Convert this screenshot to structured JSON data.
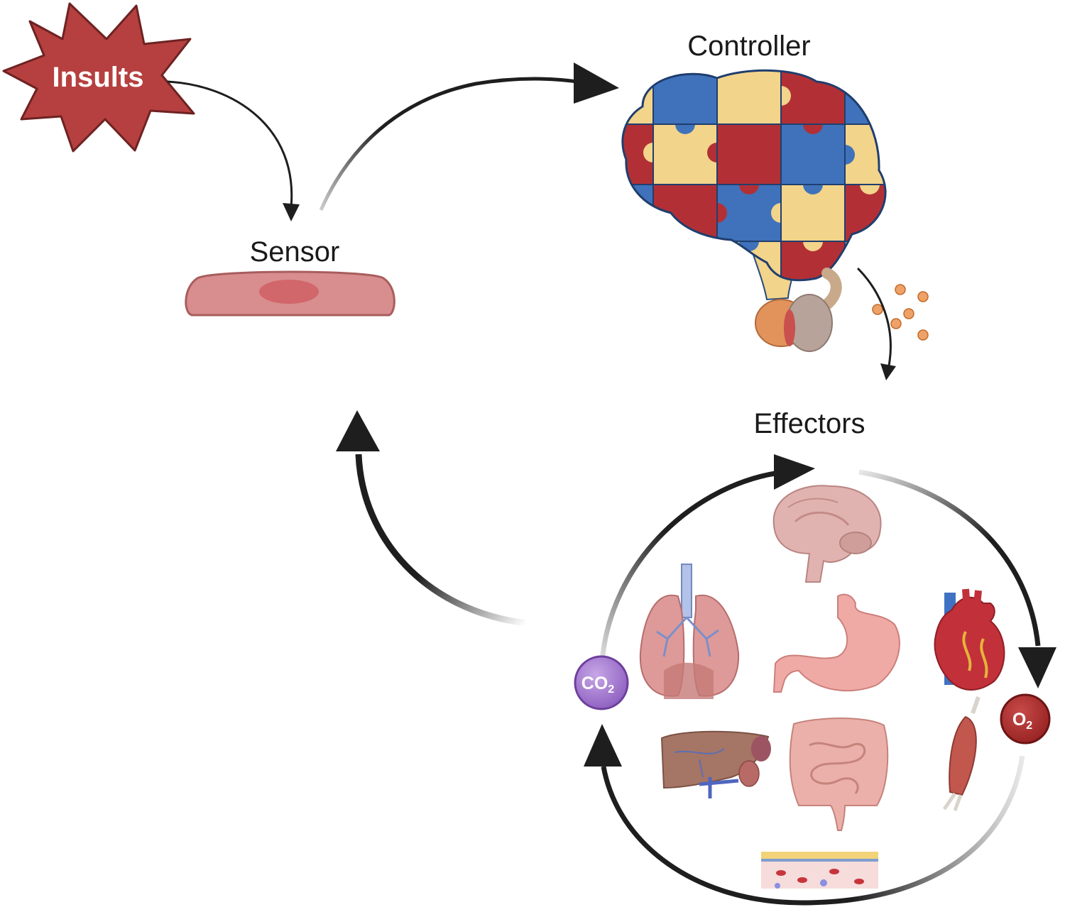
{
  "labels": {
    "insults": "Insults",
    "sensor": "Sensor",
    "controller": "Controller",
    "effectors": "Effectors"
  },
  "gases": {
    "co2_main": "CO",
    "co2_sub": "2",
    "o2_main": "O",
    "o2_sub": "2"
  },
  "icons": {
    "insults": "starburst-icon",
    "sensor": "cell-icon",
    "controller": "puzzle-brain-icon",
    "pituitary": "pituitary-gland-icon",
    "hormones": "hormone-dots-icon",
    "organs": [
      "brain-icon",
      "lungs-icon",
      "stomach-icon",
      "heart-icon",
      "liver-kidney-icon",
      "intestines-icon",
      "muscle-icon",
      "blood-vessel-icon"
    ]
  },
  "colors": {
    "insults": "#b5403f",
    "sensor": "#d9898a",
    "puzzle_red": "#b23035",
    "puzzle_blue": "#3f72bb",
    "puzzle_yellow": "#f2d48a",
    "co2": "#9d73c9",
    "o2": "#a72a2a",
    "arrow": "#1e1e1e"
  }
}
